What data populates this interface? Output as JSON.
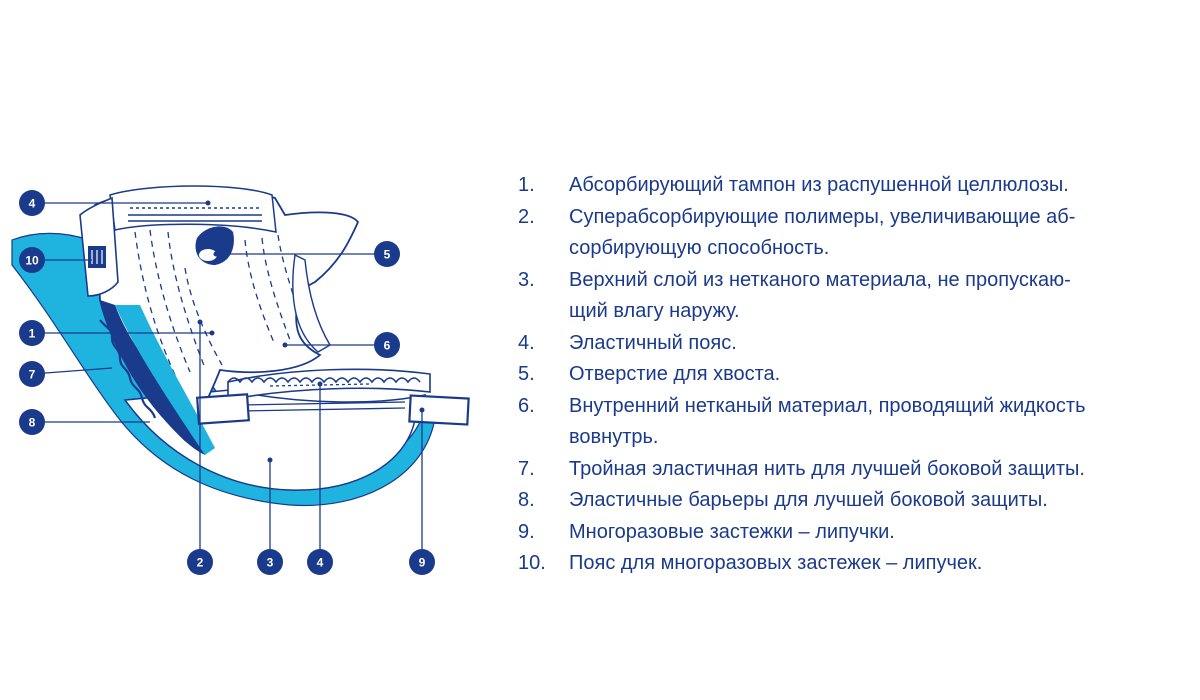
{
  "colors": {
    "ink": "#1a3a8c",
    "accent_blue": "#1fb3e0",
    "light_blue": "#e6f6fc",
    "callout_fill": "#1a3a8c"
  },
  "callouts": {
    "c4_top": "4",
    "c10": "10",
    "c1": "1",
    "c7": "7",
    "c8": "8",
    "c5": "5",
    "c6": "6",
    "c2": "2",
    "c3": "3",
    "c4_bottom": "4",
    "c9": "9"
  },
  "legend": [
    {
      "num": "1.",
      "text": "Абсорбирующий тампон из распушенной целлюлозы."
    },
    {
      "num": "2.",
      "text": "Суперабсорбирующие полимеры, увеличивающие аб-"
    },
    {
      "num": "",
      "text": "сорбирующую способность."
    },
    {
      "num": "3.",
      "text": "Верхний слой из нетканого материала, не пропускаю-"
    },
    {
      "num": "",
      "text": "щий влагу наружу."
    },
    {
      "num": "4.",
      "text": "Эластичный пояс."
    },
    {
      "num": "5.",
      "text": "Отверстие для хвоста."
    },
    {
      "num": "6.",
      "text": "Внутренний нетканый материал, проводящий жидкость"
    },
    {
      "num": "",
      "text": "вовнутрь."
    },
    {
      "num": "7.",
      "text": "Тройная эластичная нить для лучшей боковой защиты."
    },
    {
      "num": "8.",
      "text": "Эластичные барьеры для лучшей боковой защиты."
    },
    {
      "num": "9.",
      "text": "Многоразовые застежки – липучки."
    },
    {
      "num": "10.",
      "text": "Пояс для многоразовых застежек – липучек."
    }
  ]
}
